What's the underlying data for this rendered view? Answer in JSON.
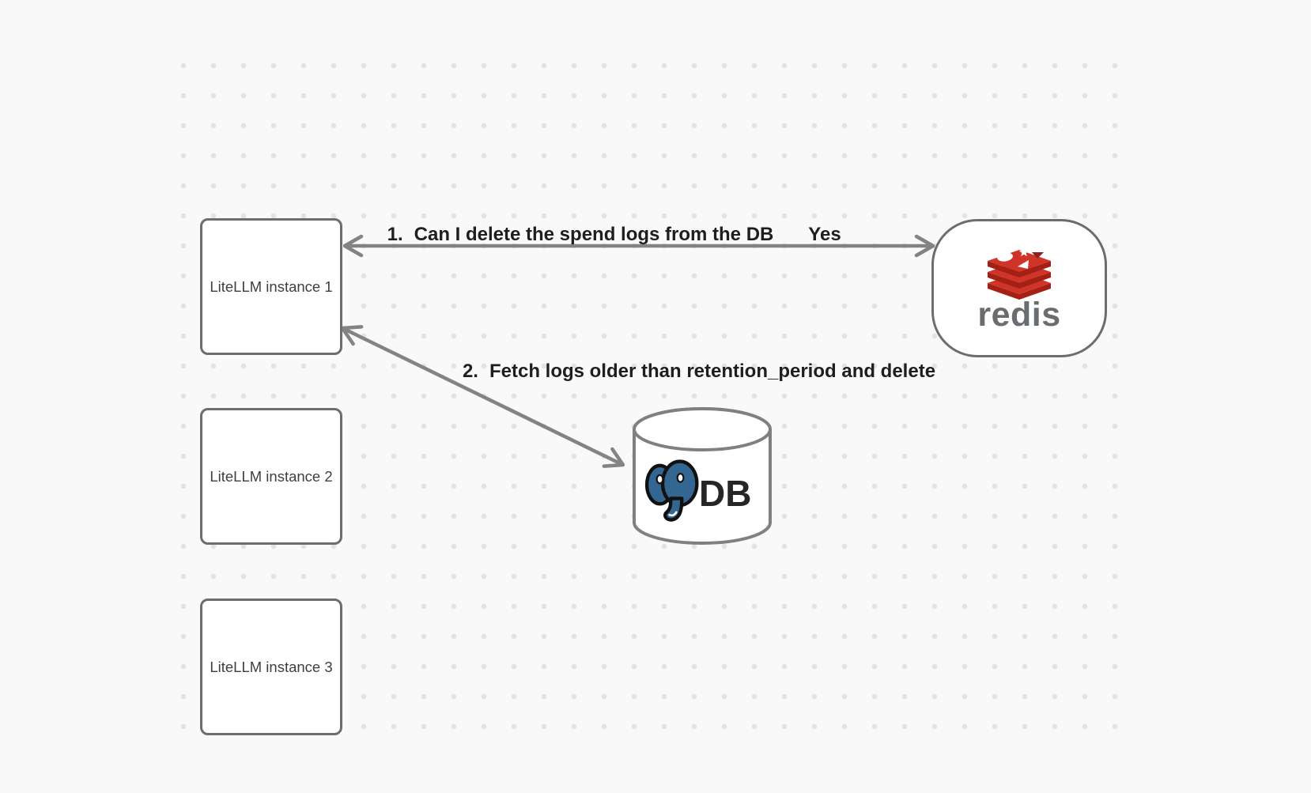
{
  "canvas": {
    "background": "#f9f9f9",
    "dot_color": "#e3e3e3"
  },
  "nodes": {
    "instances": [
      {
        "label": "LiteLLM instance 1"
      },
      {
        "label": "LiteLLM instance 2"
      },
      {
        "label": "LiteLLM instance 3"
      }
    ],
    "redis": {
      "label": "redis"
    },
    "db": {
      "label": "DB"
    }
  },
  "edges": [
    {
      "number": "1.",
      "text": "Can I delete the spend logs from the DB",
      "response": "Yes"
    },
    {
      "number": "2.",
      "text": "Fetch logs older than retention_period and delete"
    }
  ],
  "colors": {
    "node_border": "#6d6d6d",
    "arrow": "#838383",
    "label_text": "#1e1e1e",
    "redis_red": "#ce3528",
    "redis_dark_red": "#a42015",
    "redis_wordmark": "#6a6d70",
    "postgres_blue": "#336791"
  }
}
